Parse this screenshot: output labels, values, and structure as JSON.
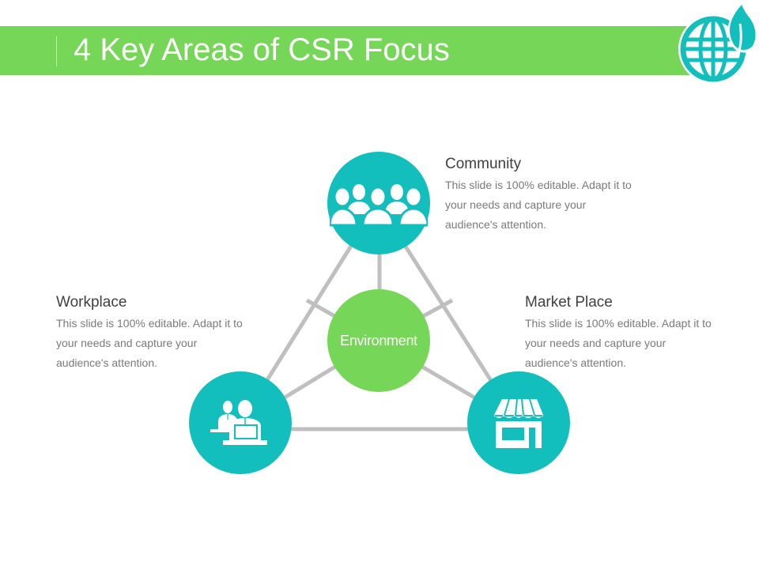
{
  "header": {
    "title": "4 Key Areas of CSR Focus",
    "logo_icon": "globe-leaf-icon"
  },
  "colors": {
    "green": "#76d657",
    "teal": "#12bfbd",
    "connector": "#bfbfbf",
    "heading_text": "#404040",
    "body_text": "#7a7a7a"
  },
  "diagram": {
    "center": {
      "label": "Environment"
    },
    "areas": [
      {
        "key": "community",
        "title": "Community",
        "description": "This slide is 100% editable. Adapt it to your needs and capture your audience's attention.",
        "desc_lines": [
          "This slide is 100% editable. Adapt it to",
          "your needs and capture your",
          "audience's attention."
        ],
        "icon": "group-of-people-icon"
      },
      {
        "key": "workplace",
        "title": "Workplace",
        "description": "This slide is 100% editable. Adapt it to your needs and capture your audience's attention.",
        "desc_lines": [
          "This slide is 100% editable. Adapt it to",
          "your needs and capture your",
          "audience's attention."
        ],
        "icon": "office-workers-icon"
      },
      {
        "key": "market-place",
        "title": "Market Place",
        "description": "This slide is 100% editable. Adapt it to your needs and capture your audience's attention.",
        "desc_lines": [
          "This slide is 100% editable. Adapt it to",
          "your needs and capture your",
          "audience's attention."
        ],
        "icon": "storefront-icon"
      }
    ]
  }
}
